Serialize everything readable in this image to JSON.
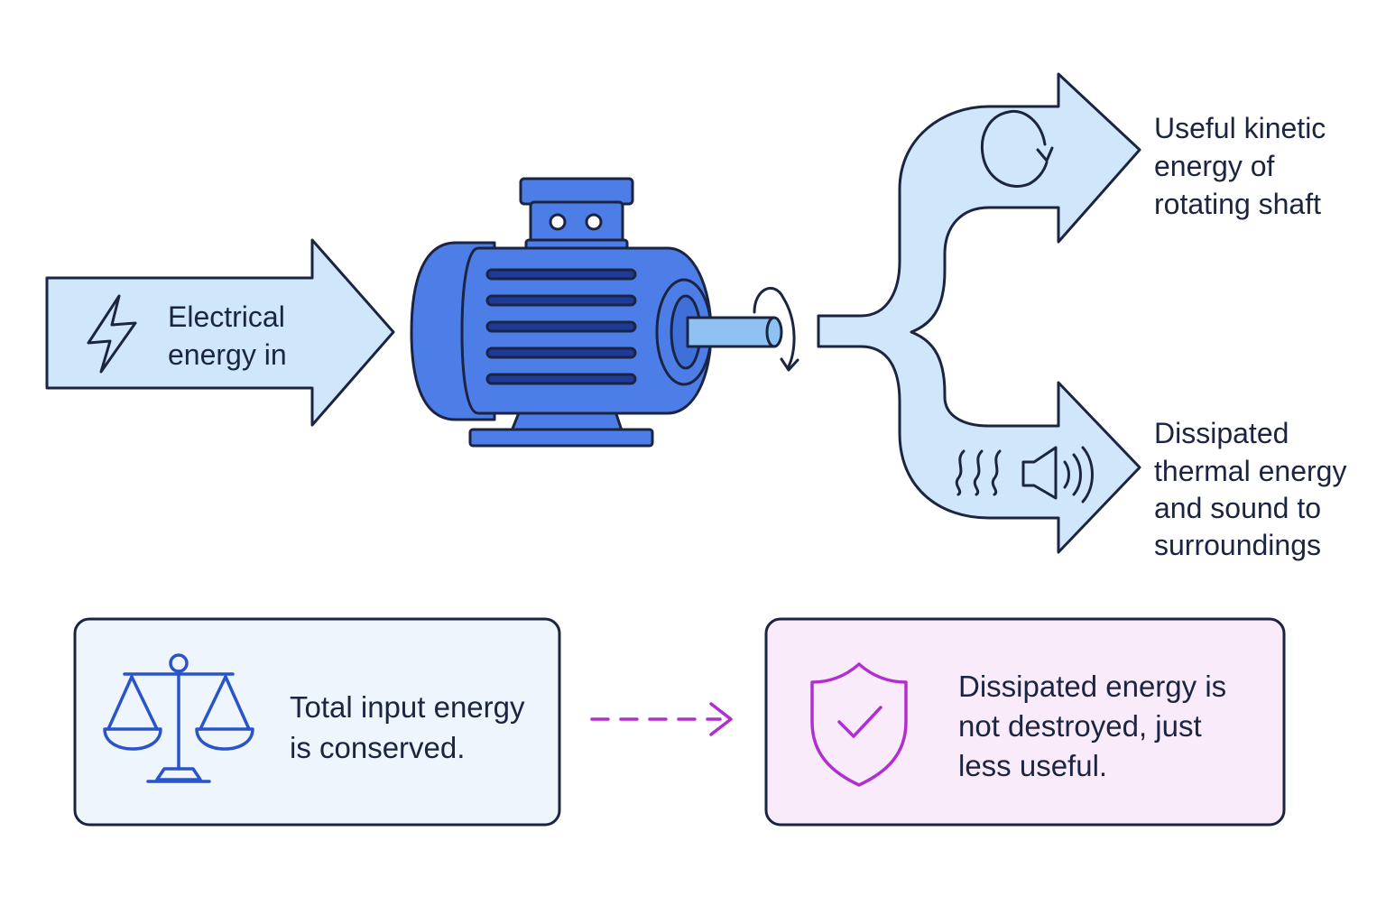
{
  "input_arrow": {
    "line1": "Electrical",
    "line2": "energy in",
    "icon": "lightning-bolt-icon"
  },
  "motor": {
    "icon": "electric-motor-icon",
    "shaft_rotation_icon": "rotation-arrow-icon"
  },
  "output_useful": {
    "line1": "Useful kinetic",
    "line2": "energy of",
    "line3": "rotating shaft",
    "icon": "rotation-cycle-icon"
  },
  "output_dissipated": {
    "line1": "Dissipated",
    "line2": "thermal energy",
    "line3": "and sound to",
    "line4": "surroundings",
    "icons": [
      "heat-waves-icon",
      "speaker-sound-icon"
    ]
  },
  "box_conserved": {
    "line1": "Total input energy",
    "line2": "is conserved.",
    "icon": "balance-scale-icon"
  },
  "box_dissipated": {
    "line1": "Dissipated energy is",
    "line2": "not destroyed, just",
    "line3": "less useful.",
    "icon": "shield-check-icon"
  },
  "colors": {
    "arrow_fill": "#cfe6fb",
    "motor_blue": "#4d7ee8",
    "outline": "#1b2440",
    "blue_box_fill": "#eef5fd",
    "pink_box_fill": "#f9ebfa",
    "purple_accent": "#b12fd0",
    "icon_blue": "#2a54c9"
  }
}
